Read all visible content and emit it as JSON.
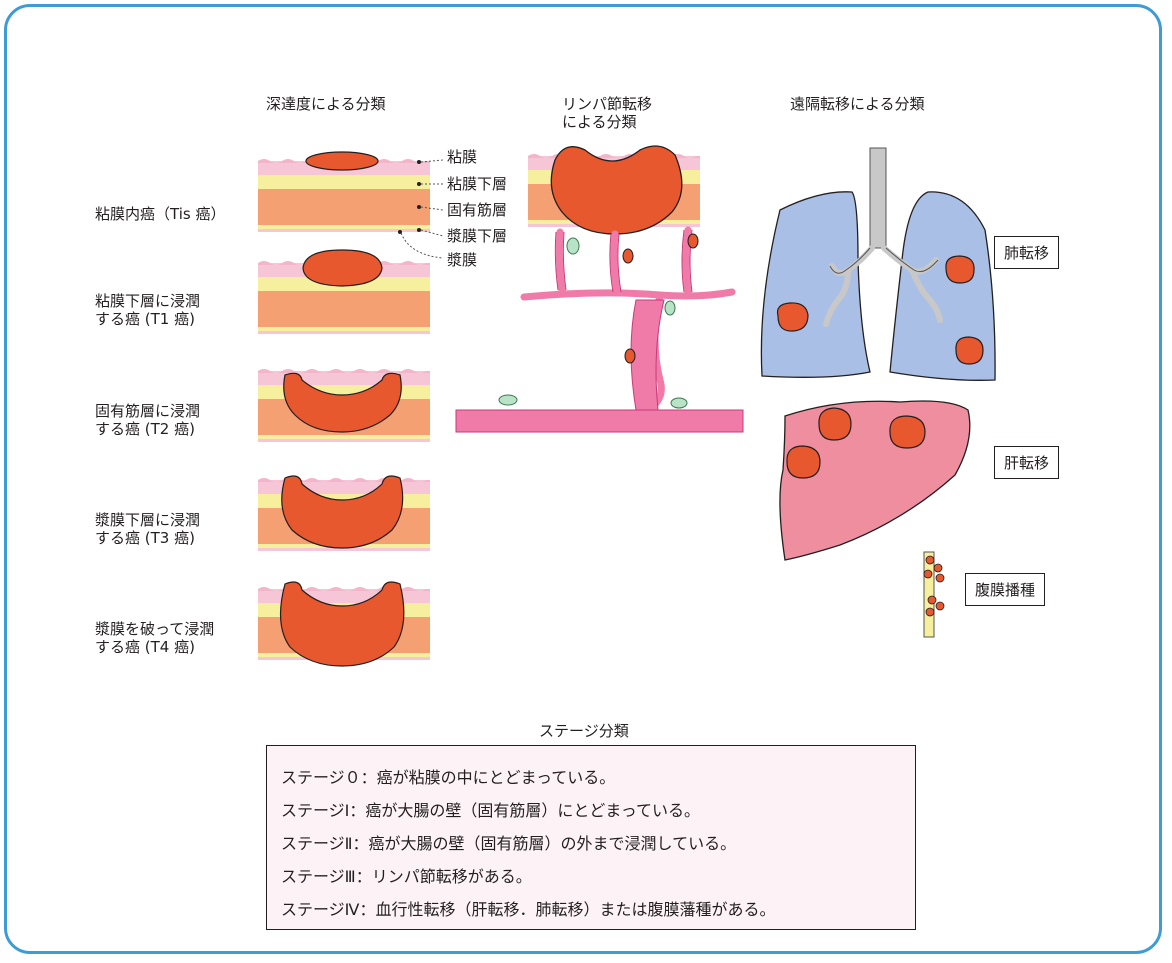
{
  "column_titles": {
    "depth": "深達度による分類",
    "lymph": "リンパ節転移\nによる分類",
    "distant": "遠隔転移による分類"
  },
  "layer_labels": [
    "粘膜",
    "粘膜下層",
    "固有筋層",
    "漿膜下層",
    "漿膜"
  ],
  "depth_stages": [
    "粘膜内癌（Tis 癌）",
    "粘膜下層に浸潤\nする癌 (T1 癌)",
    "固有筋層に浸潤\nする癌 (T2 癌)",
    "漿膜下層に浸潤\nする癌 (T3 癌)",
    "漿膜を破って浸潤\nする癌 (T4 癌)"
  ],
  "metastasis_labels": {
    "lung": "肺転移",
    "liver": "肝転移",
    "peritoneal": "腹膜播種"
  },
  "stage_classification": {
    "title": "ステージ分類",
    "lines": [
      "ステージ０：癌が粘膜の中にとどまっている。",
      "ステージⅠ：癌が大腸の壁（固有筋層）にとどまっている。",
      "ステージⅡ：癌が大腸の壁（固有筋層）の外まで浸潤している。",
      "ステージⅢ：リンパ節転移がある。",
      "ステージⅣ：血行性転移（肝転移．肺転移）または腹膜藩種がある。"
    ]
  },
  "colors": {
    "frame": "#3d9bd6",
    "mucosa": "#f7c6d6",
    "submucosa": "#f5ef9e",
    "muscle": "#f4a073",
    "tumor": "#e8582e",
    "vessel": "#f07aa8",
    "node_benign": "#b9e3c6",
    "lung": "#a9bfe6",
    "liver": "#ef8e9e",
    "stage_box_bg": "#fdf3f6"
  }
}
